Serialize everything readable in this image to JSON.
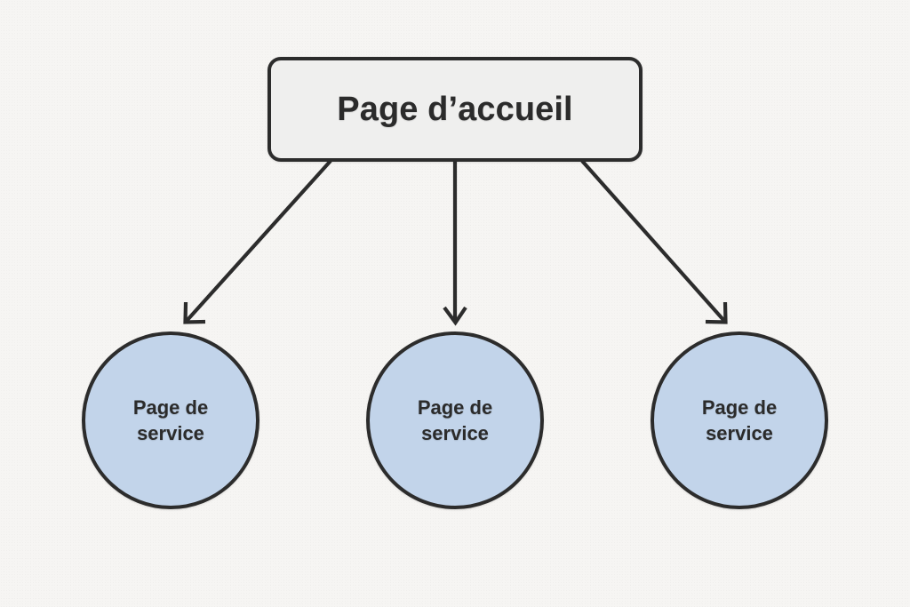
{
  "diagram": {
    "type": "sitemap-tree",
    "background_color": "#f6f5f3",
    "root": {
      "label": "Page d’accueil",
      "shape": "rounded-rectangle",
      "fill_color": "#efefee",
      "stroke_color": "#2c2c2c"
    },
    "children": [
      {
        "label": "Page de\nservice",
        "shape": "circle",
        "fill_color": "#c2d4ea",
        "stroke_color": "#2c2c2c"
      },
      {
        "label": "Page de\nservice",
        "shape": "circle",
        "fill_color": "#c2d4ea",
        "stroke_color": "#2c2c2c"
      },
      {
        "label": "Page de\nservice",
        "shape": "circle",
        "fill_color": "#c2d4ea",
        "stroke_color": "#2c2c2c"
      }
    ],
    "edges": [
      {
        "from": "root",
        "to": "child-1",
        "style": "arrow",
        "color": "#2c2c2c"
      },
      {
        "from": "root",
        "to": "child-2",
        "style": "arrow",
        "color": "#2c2c2c"
      },
      {
        "from": "root",
        "to": "child-3",
        "style": "arrow",
        "color": "#2c2c2c"
      }
    ]
  }
}
